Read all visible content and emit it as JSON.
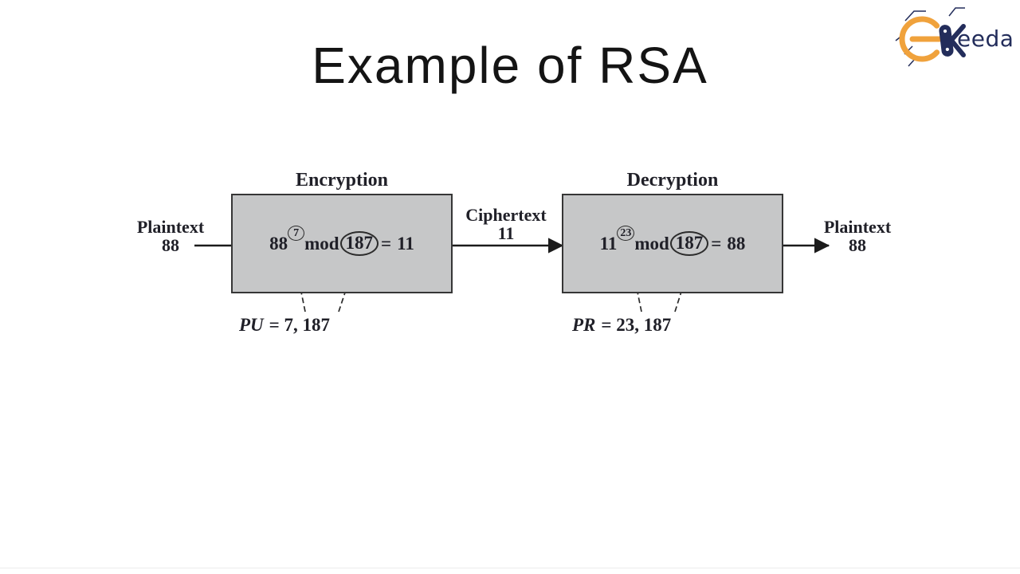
{
  "title": "Example of RSA",
  "logo": {
    "brand": "Ekeeda",
    "text": "eeda",
    "orange": "#F0A23C",
    "navy": "#232D5B"
  },
  "diagram": {
    "plaintext_in": {
      "label": "Plaintext",
      "value": "88"
    },
    "encryption": {
      "title": "Encryption",
      "base": "88",
      "exponent": "7",
      "mod_word": "mod",
      "modulus": "187",
      "equals": "=",
      "result": "11",
      "key_name": "PU",
      "key_value": "= 7, 187"
    },
    "ciphertext": {
      "label": "Ciphertext",
      "value": "11"
    },
    "decryption": {
      "title": "Decryption",
      "base": "11",
      "exponent": "23",
      "mod_word": "mod",
      "modulus": "187",
      "equals": "=",
      "result": "88",
      "key_name": "PR",
      "key_value": "= 23, 187"
    },
    "plaintext_out": {
      "label": "Plaintext",
      "value": "88"
    }
  },
  "colors": {
    "background": "#FFFFFF",
    "box_fill": "#C6C7C8",
    "box_border": "#363636",
    "ink": "#202028"
  }
}
